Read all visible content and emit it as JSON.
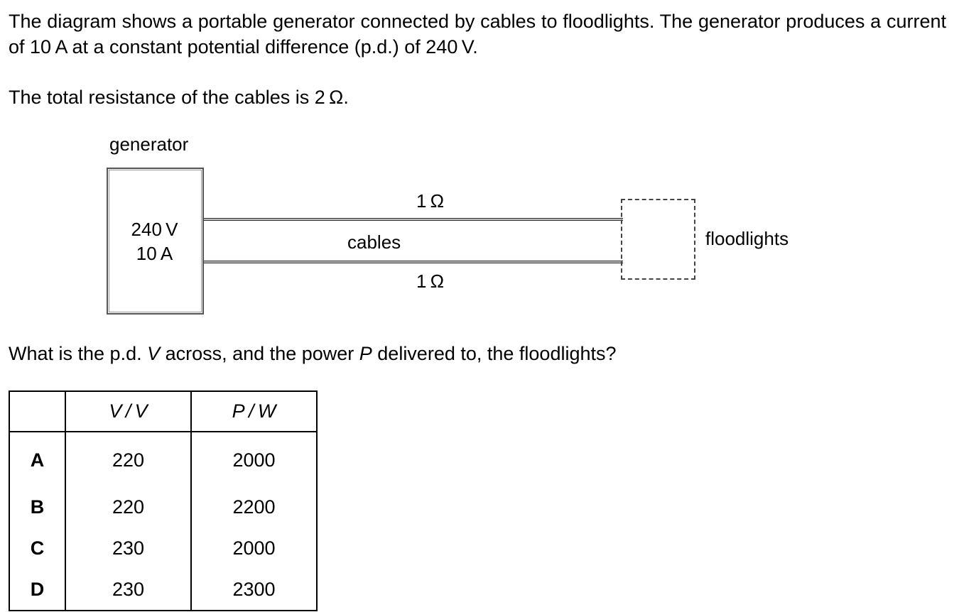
{
  "intro": "The diagram shows a portable generator connected by cables to floodlights. The generator produces a current of 10 A at a constant potential difference (p.d.) of 240 V.",
  "resistance_text": "The total resistance of the cables is 2 Ω.",
  "diagram": {
    "generator_label": "generator",
    "generator_voltage": "240 V",
    "generator_current": "10 A",
    "cable_label": "cables",
    "top_resistance": "1 Ω",
    "bottom_resistance": "1 Ω",
    "floodlights_label": "floodlights"
  },
  "question": {
    "pre": "What is the p.d. ",
    "v_symbol": "V",
    "mid": " across, and the power ",
    "p_symbol": "P",
    "post": " delivered to, the floodlights?"
  },
  "table": {
    "headers": [
      "",
      "V / V",
      "P / W"
    ],
    "rows": [
      {
        "option": "A",
        "v": "220",
        "p": "2000"
      },
      {
        "option": "B",
        "v": "220",
        "p": "2200"
      },
      {
        "option": "C",
        "v": "230",
        "p": "2000"
      },
      {
        "option": "D",
        "v": "230",
        "p": "2300"
      }
    ]
  }
}
